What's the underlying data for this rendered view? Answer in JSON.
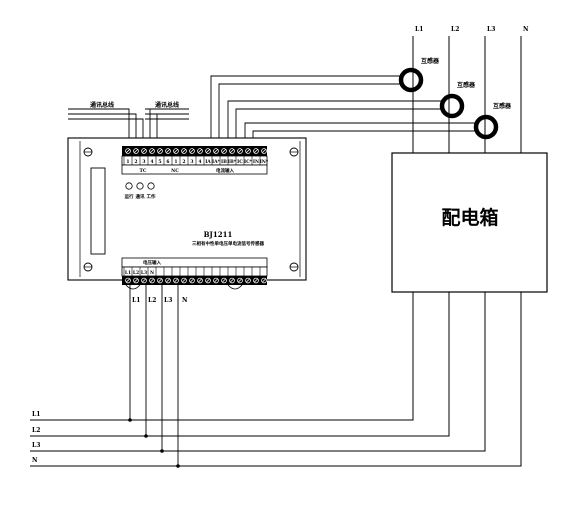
{
  "top_lines": {
    "l1": "L1",
    "l2": "L2",
    "l3": "L3",
    "n": "N"
  },
  "transformer_label": "互感器",
  "bus_label": "通讯总线",
  "panel_box_label": "配电箱",
  "device": {
    "model": "BJ1211",
    "description": "三相有中性单电压单电流信号传感器",
    "top_group_1": "TC",
    "top_group_2": "NC",
    "top_group_3": "电流输入",
    "bottom_group": "电压输入",
    "led_1": "运行",
    "led_2": "通讯",
    "led_3": "工作",
    "top_terminal_numbers": [
      "1",
      "2",
      "3",
      "4",
      "5",
      "6",
      "1",
      "2",
      "3",
      "4"
    ],
    "current_terminal_labels": [
      "IA",
      "IA*",
      "IB",
      "IB*",
      "IC",
      "IC*",
      "IN",
      "IN*"
    ],
    "bottom_terminal_labels": [
      "L1",
      "L2",
      "L3",
      "N"
    ]
  },
  "bottom_device_labels": {
    "l1": "L1",
    "l2": "L2",
    "l3": "L3",
    "n": "N"
  },
  "left_bus": {
    "l1": "L1",
    "l2": "L2",
    "l3": "L3",
    "n": "N"
  }
}
